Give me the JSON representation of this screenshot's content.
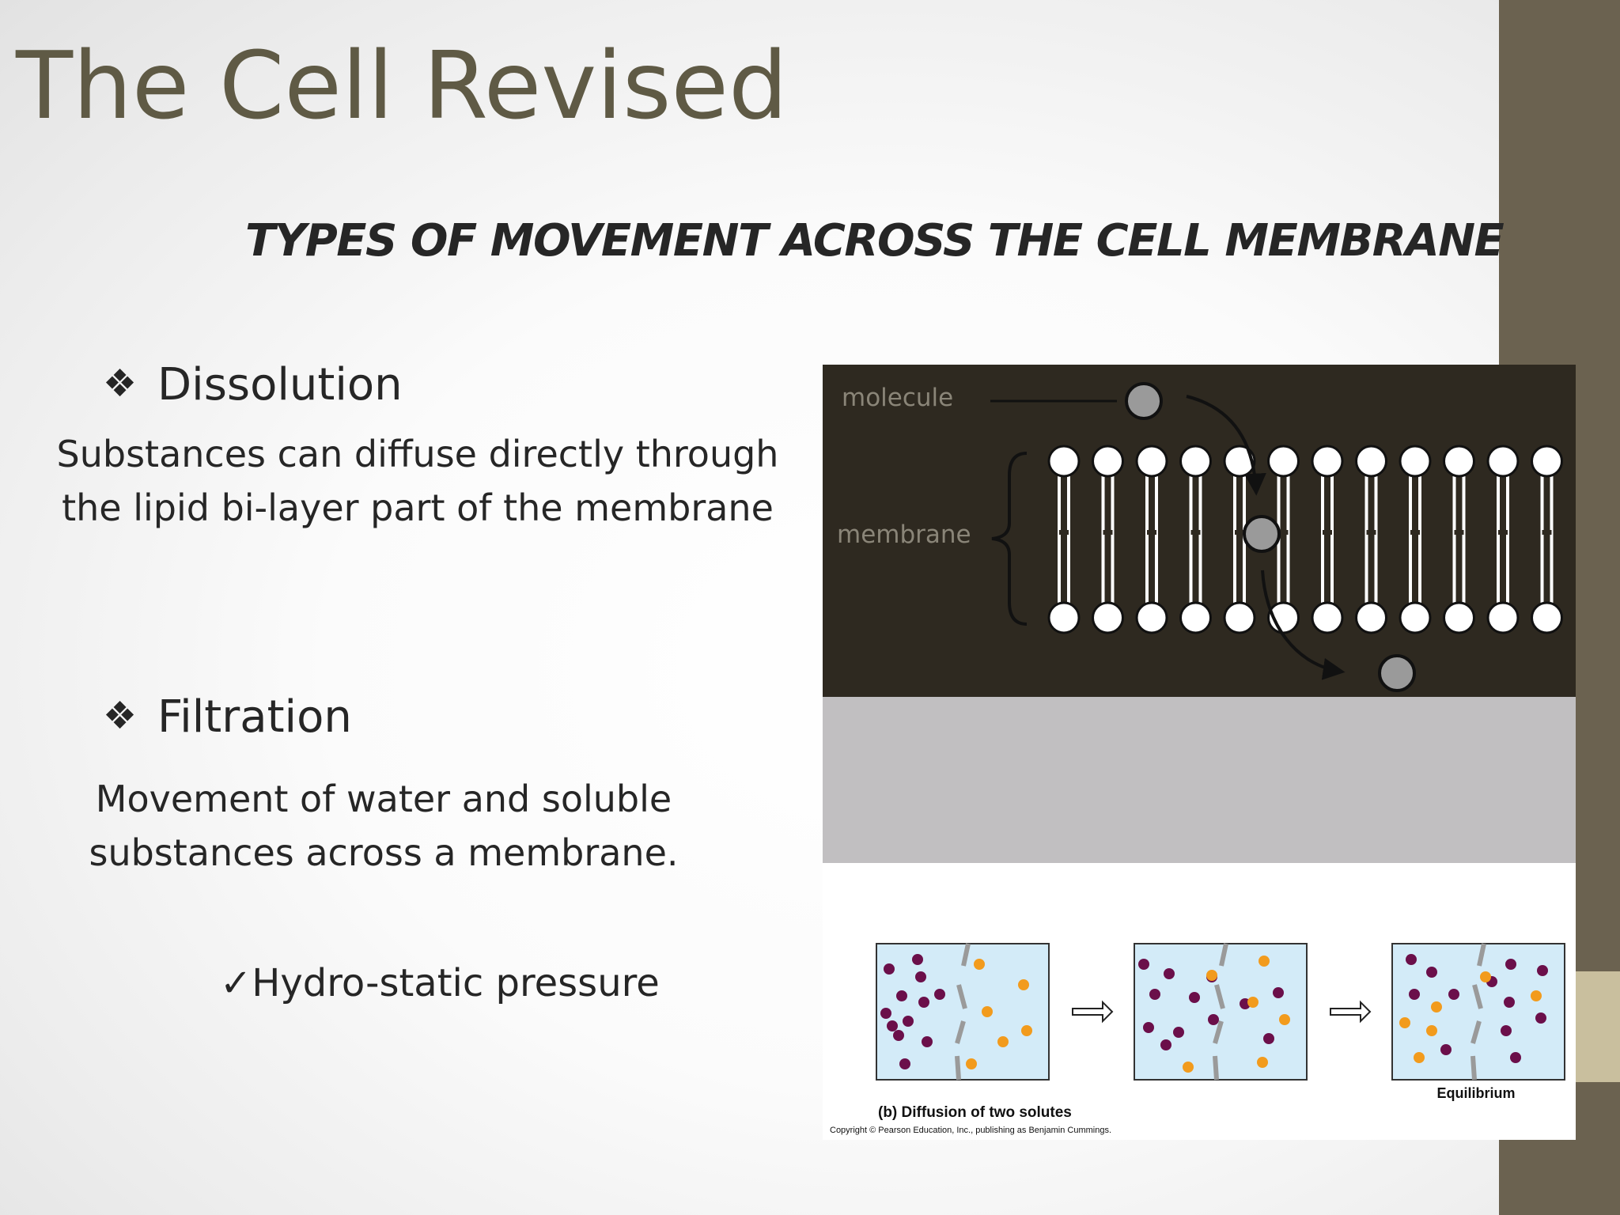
{
  "slide": {
    "title": "The Cell Revised",
    "subtitle": "TYPES OF MOVEMENT ACROSS THE CELL MEMBRANE"
  },
  "sections": [
    {
      "heading": "Dissolution",
      "body_lines": [
        "Substances can diffuse directly through",
        "the lipid bi-layer part of the membrane"
      ]
    },
    {
      "heading": "Filtration",
      "body_lines": [
        "Movement of water and soluble",
        "substances across a membrane."
      ],
      "sub_bullet": "Hydro-static pressure"
    }
  ],
  "bullet_symbol": "❖",
  "check_symbol": "✓",
  "figure": {
    "membrane_diagram": {
      "molecule_label": "molecule",
      "membrane_label": "membrane"
    },
    "diffusion_diagram": {
      "caption": "(b) Diffusion of two solutes",
      "equilibrium_label": "Equilibrium",
      "copyright": "Copyright © Pearson Education, Inc., publishing as Benjamin Cummings."
    }
  },
  "colors": {
    "title": "#5f5a45",
    "side_bar": "#6b6250",
    "side_accent": "#c9bf9e",
    "diagram_bg": "#2e2920",
    "gray_panel": "#c1bfc1",
    "solute_a": "#6b0f4a",
    "solute_b": "#f29b1d",
    "box_fill": "#d3ebf8"
  }
}
